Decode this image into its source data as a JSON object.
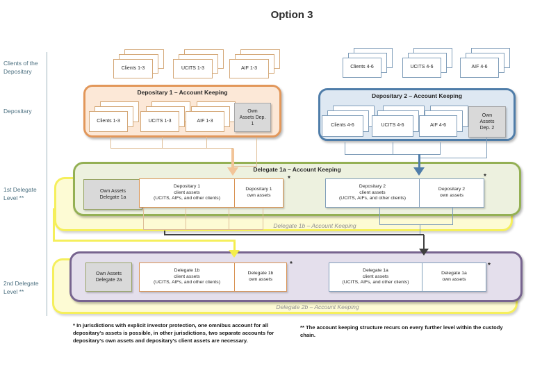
{
  "slide": {
    "title": "Option 3"
  },
  "row_labels": {
    "clients": "Clients of the Depositary",
    "depositary": "Depositary",
    "first_delegate": "1st Delegate Level **",
    "second_delegate": "2nd Delegate Level **"
  },
  "top_clients": {
    "left": [
      "Clients 1-3",
      "UCITS 1-3",
      "AIF 1-3"
    ],
    "right": [
      "Clients 4-6",
      "UCITS 4-6",
      "AIF 4-6"
    ]
  },
  "depositary1": {
    "title": "Depositary 1 – Account Keeping",
    "stacks": [
      "Clients 1-3",
      "UCITS 1-3",
      "AIF 1-3"
    ],
    "own_assets": [
      "Own",
      "Assets Dep.",
      "1"
    ]
  },
  "depositary2": {
    "title": "Depositary 2 – Account Keeping",
    "stacks": [
      "Clients 4-6",
      "UCITS 4-6",
      "AIF 4-6"
    ],
    "own_assets": [
      "Own",
      "Assets",
      "Dep. 2"
    ]
  },
  "delegate_1a": {
    "title": "Delegate 1a – Account Keeping",
    "own_assets": [
      "Own Assets",
      "Delegate 1a"
    ],
    "dep1_client": [
      "Depositary 1",
      "client assets",
      "(UCITS, AIFs, and other clients)"
    ],
    "dep1_own": [
      "Depositary 1",
      "own assets"
    ],
    "dep2_client": [
      "Depositary 2",
      "client assets",
      "(UCITS, AIFs, and other clients)"
    ],
    "dep2_own": [
      "Depositary 2",
      "own assets"
    ],
    "footnote_marker": "*"
  },
  "delegate_1b_band": {
    "title": "Delegate 1b – Account Keeping"
  },
  "delegate_2": {
    "own_assets": [
      "Own Assets",
      "Delegate 2a"
    ],
    "d1b_client": [
      "Delegate 1b",
      "client assets",
      "(UCITS, AIFs, and other clients)"
    ],
    "d1b_own": [
      "Delegate 1b",
      "own assets"
    ],
    "d1a_client": [
      "Delegate 1a",
      "client assets",
      "(UCITS, AIFs, and other clients)"
    ],
    "d1a_own": [
      "Delegate 1a",
      "own assets"
    ],
    "footnote_marker": "*"
  },
  "delegate_2b_band": {
    "title": "Delegate 2b – Account Keeping"
  },
  "footnotes": {
    "left": "* In jurisdictions with explicit investor protection, one omnibus account for all depositary's assets is possible, in other jurisdictions, two separate accounts for depositary's own assets and depositary's client assets are necessary.",
    "right": "** The account keeping structure recurs on every further level within the custody chain."
  },
  "colors": {
    "orange_border": "#E2975A",
    "orange_fill": "#FCE8D7",
    "orange_card": "#D4A878",
    "orange_pair": "#D89150",
    "blue_border": "#4F7DA9",
    "blue_fill": "#DEE8F2",
    "blue_card": "#7F9DB9",
    "green_border": "#94B054",
    "green_fill": "#EDF1DF",
    "yellow_border": "#F5EF5C",
    "yellow_fill": "#FDFBD4",
    "yellow_arrow": "#F4ED4A",
    "purple_border": "#77648F",
    "purple_fill": "#E4DFEC",
    "gray_fill": "#D9D9D9",
    "gray_border": "#A6A6A6",
    "olive_border": "#97A464",
    "label_text": "#4C7080",
    "line_black": "#3F3F3F",
    "conn_orange": "#DFBE97",
    "arrow_orange": "#F2C498"
  }
}
